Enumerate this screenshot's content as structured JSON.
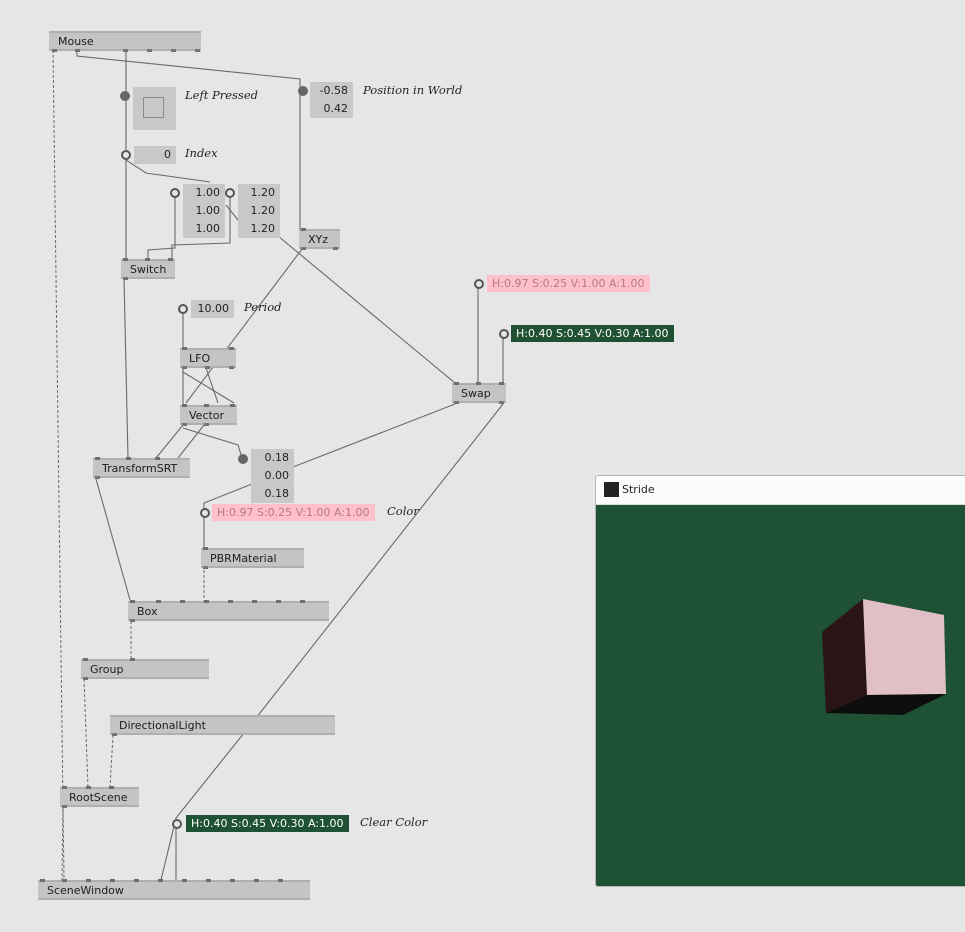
{
  "nodes": {
    "mouse": "Mouse",
    "switch": "Switch",
    "xyz": "XYz",
    "lfo": "LFO",
    "vector": "Vector",
    "swap": "Swap",
    "transform": "TransformSRT",
    "pbr": "PBRMaterial",
    "box": "Box",
    "group": "Group",
    "light": "DirectionalLight",
    "rootscene": "RootScene",
    "scenewindow": "SceneWindow"
  },
  "labels": {
    "left_pressed": "Left Pressed",
    "position_in_world": "Position in World",
    "index": "Index",
    "period": "Period",
    "color": "Color",
    "clear_color": "Clear Color"
  },
  "values": {
    "position": [
      "-0.58",
      "0.42"
    ],
    "index": "0",
    "vec_a": [
      "1.00",
      "1.00",
      "1.00"
    ],
    "vec_b": [
      "1.20",
      "1.20",
      "1.20"
    ],
    "period": "10.00",
    "vec_out": [
      "0.18",
      "0.00",
      "0.18"
    ],
    "pink_color_top": "H:0.97 S:0.25 V:1.00 A:1.00",
    "green_color_top": "H:0.40 S:0.45 V:0.30 A:1.00",
    "pink_color_mid": "H:0.97 S:0.25 V:1.00 A:1.00",
    "clear_color": "H:0.40 S:0.45 V:0.30 A:1.00"
  },
  "colors": {
    "pink": "#ffc0cb",
    "pink_text": "#b07b84",
    "green": "#1f5134",
    "canvas": "#e6e6e6"
  },
  "window": {
    "title": "Stride",
    "icon": "stride-app-icon"
  }
}
